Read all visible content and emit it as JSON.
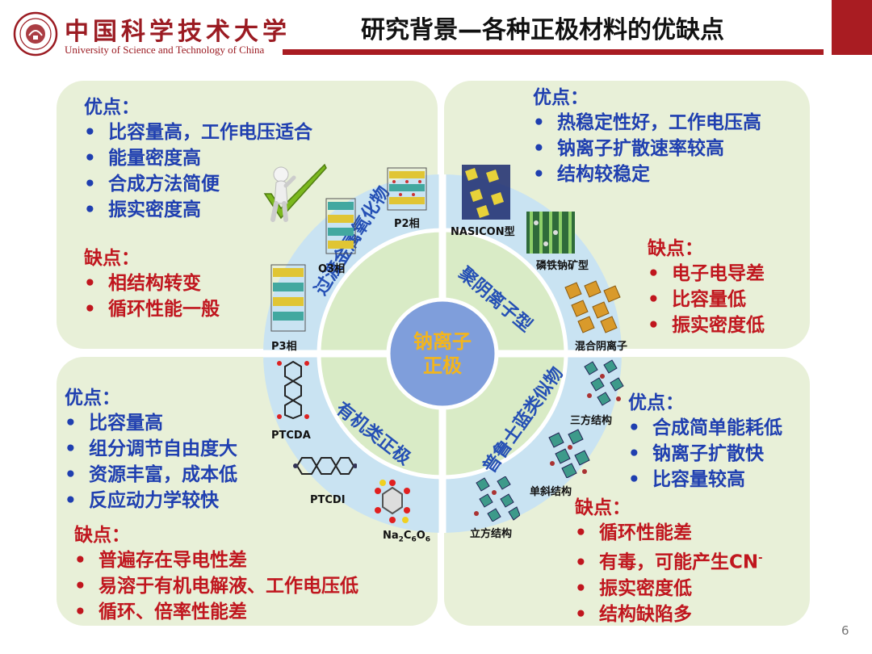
{
  "header": {
    "university_cn": "中国科学技术大学",
    "university_en": "University of Science and Technology of China",
    "title": "研究背景—各种正极材料的优缺点"
  },
  "colors": {
    "brand_red": "#a91c22",
    "text_blue": "#1f3fb0",
    "text_red": "#c0161e",
    "panel_green": "#e8f0d8",
    "wheel_blue": "#c9e3f2",
    "center_blue": "#7f9edb",
    "center_text": "#f3b51c"
  },
  "center": {
    "line1": "钠离子",
    "line2": "正极"
  },
  "sectors": {
    "tl": "过渡金属氧化物",
    "tr": "聚阴离子型",
    "bl": "有机类正极",
    "br": "普鲁士蓝类似物"
  },
  "structures": {
    "p2": "P2相",
    "o3": "O3相",
    "p3": "P3相",
    "nasicon": "NASICON型",
    "maricite": "磷铁钠矿型",
    "mixed": "混合阴离子",
    "ptcda": "PTCDA",
    "ptcdi": "PTCDI",
    "na2c6o6": "Na",
    "trigonal": "三方结构",
    "monoclinic": "单斜结构",
    "cubic": "立方结构"
  },
  "panels": {
    "tl": {
      "pros_title": "优点：",
      "pros": [
        "比容量高，工作电压适合",
        "能量密度高",
        "合成方法简便",
        "振实密度高"
      ],
      "cons_title": "缺点：",
      "cons": [
        "相结构转变",
        "循环性能一般"
      ]
    },
    "tr": {
      "pros_title": "优点：",
      "pros": [
        "热稳定性好，工作电压高",
        "钠离子扩散速率较高",
        "结构较稳定"
      ],
      "cons_title": "缺点：",
      "cons": [
        "电子电导差",
        "比容量低",
        "振实密度低"
      ]
    },
    "bl": {
      "pros_title": "优点：",
      "pros": [
        "比容量高",
        "组分调节自由度大",
        "资源丰富，成本低",
        "反应动力学较快"
      ],
      "cons_title": "缺点：",
      "cons": [
        "普遍存在导电性差",
        "易溶于有机电解液、工作电压低",
        "循环、倍率性能差"
      ]
    },
    "br": {
      "pros_title": "优点：",
      "pros": [
        "合成简单能耗低",
        "钠离子扩散快",
        "比容量较高"
      ],
      "cons_title": "缺点：",
      "cons": [
        "循环性能差",
        "有毒，可能产生CN",
        "振实密度低",
        "结构缺陷多"
      ]
    }
  },
  "bullet": "•",
  "page_number": "6"
}
